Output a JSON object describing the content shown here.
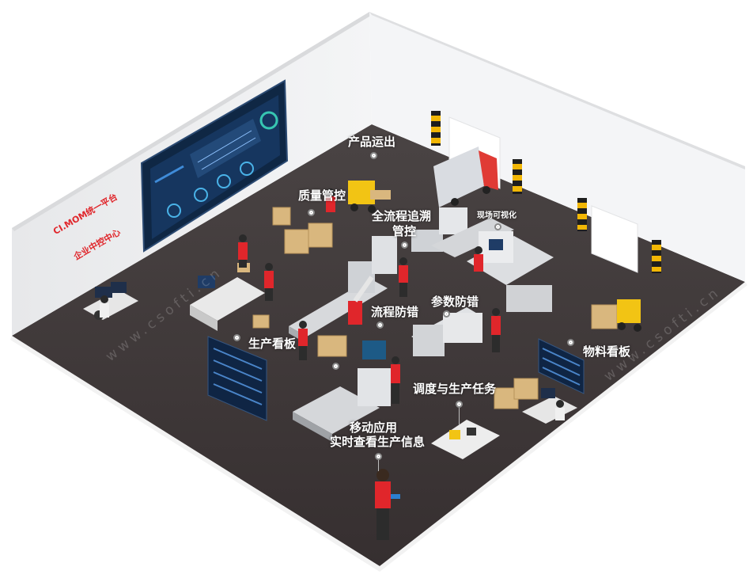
{
  "wall_sign": {
    "line1": "CI.MOM统一平台",
    "line2": "企业中控中心"
  },
  "labels": {
    "product_out": "产品运出",
    "quality": "质量管控",
    "trace_line1": "全流程追溯",
    "trace_line2": "管控",
    "visual": "现场可视化",
    "param": "参数防错",
    "flow": "流程防错",
    "production_board": "生产看板",
    "material_board": "物料看板",
    "dispatch": "调度与生产任务",
    "mobile_line1": "移动应用",
    "mobile_line2": "实时查看生产信息"
  },
  "watermark": "www.csofti.cn",
  "colors": {
    "floor": "#3d3838",
    "left_wall": "#ecedef",
    "right_wall": "#f3f4f6",
    "accent_red": "#e0262b",
    "screen_blue": "#17365f",
    "machine_gray": "#cfd2d6",
    "box_tan": "#d9b77e"
  }
}
